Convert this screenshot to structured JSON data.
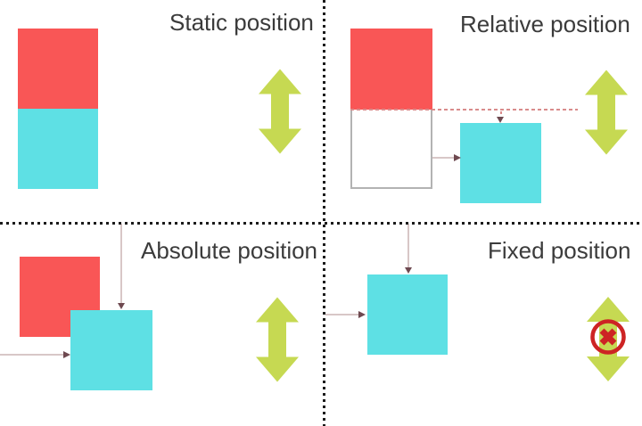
{
  "quadrants": {
    "static": {
      "label": "Static position"
    },
    "relative": {
      "label": "Relative position"
    },
    "absolute": {
      "label": "Absolute position"
    },
    "fixed": {
      "label": "Fixed position"
    }
  },
  "icons": {
    "scroll_arrow": "updown-arrow",
    "no_scroll": "crossed-out-circle"
  },
  "colors": {
    "red": "#f95656",
    "cyan": "#5ee0e4",
    "green": "#c6d952",
    "text": "#3b3b3b",
    "divider": "#1b1b1b",
    "connector": "#d8c7c7",
    "connector_arrow": "#6e4950",
    "dashed_guide": "#d98c8c",
    "box_border": "#b3b3b3",
    "prohibit": "#cd2424"
  }
}
